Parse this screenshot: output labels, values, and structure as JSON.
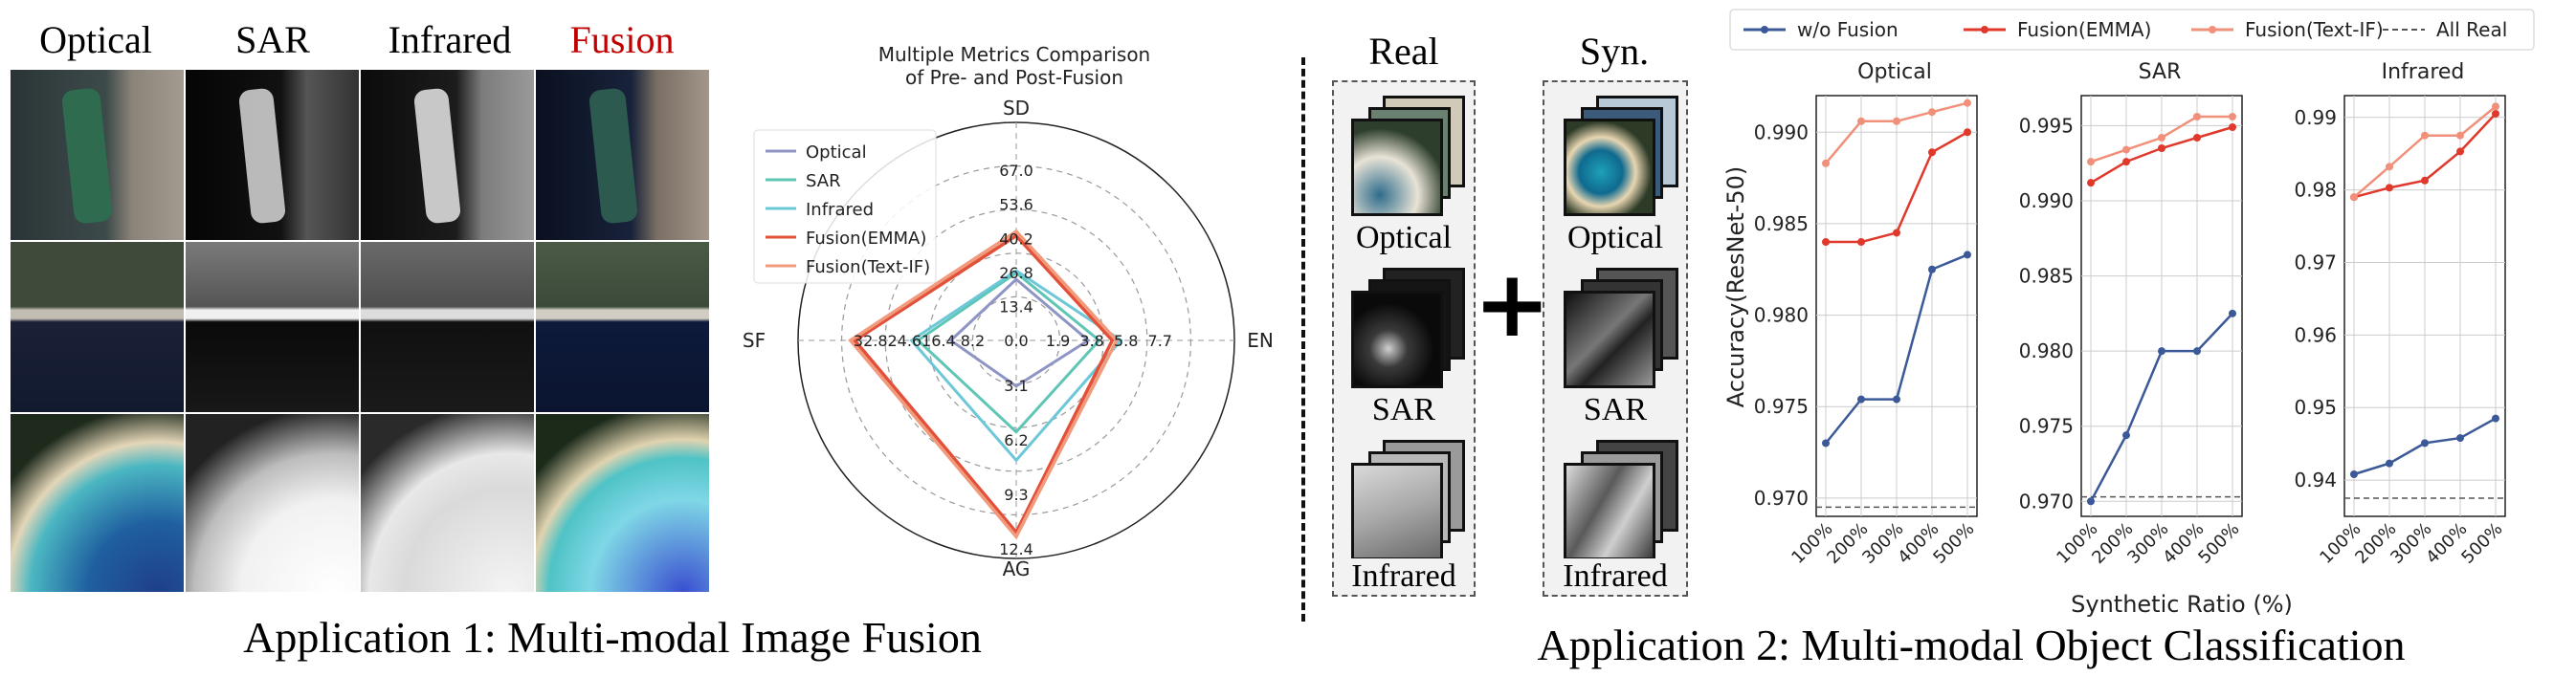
{
  "fusion_section": {
    "column_titles": [
      "Optical",
      "SAR",
      "Infrared",
      "Fusion"
    ],
    "fusion_title_color": "#c00000",
    "caption": "Application 1: Multi-modal Image Fusion"
  },
  "radar": {
    "title_line1": "Multiple Metrics Comparison",
    "title_line2": "of Pre- and Post-Fusion",
    "axes": [
      "SD",
      "EN",
      "AG",
      "SF"
    ],
    "ticks": {
      "SD": [
        "13.4",
        "26.8",
        "40.2",
        "53.6",
        "67.0"
      ],
      "EN": [
        "1.9",
        "3.8",
        "5.8",
        "7.7"
      ],
      "AG": [
        "3.1",
        "6.2",
        "9.3",
        "12.4"
      ],
      "SF": [
        "8.2",
        "16.4",
        "24.6",
        "32.8"
      ],
      "center": "0.0"
    },
    "legend": [
      "Optical",
      "SAR",
      "Infrared",
      "Fusion(EMMA)",
      "Fusion(Text-IF)"
    ],
    "colors": [
      "#8e95c4",
      "#5fc6b6",
      "#6cc8d8",
      "#e2503a",
      "#f19a7c"
    ]
  },
  "classification_section": {
    "real_title": "Real",
    "syn_title": "Syn.",
    "stack_labels": [
      "Optical",
      "SAR",
      "Infrared"
    ],
    "plus": "+",
    "caption": "Application 2: Multi-modal Object Classification"
  },
  "chart_data": {
    "type": "line",
    "ylabel": "Accuracy(ResNet-50)",
    "xlabel": "Synthetic Ratio (%)",
    "legend": [
      "w/o Fusion",
      "Fusion(EMMA)",
      "Fusion(Text-IF)",
      "All Real"
    ],
    "colors": {
      "wo": "#3b5998",
      "emma": "#e0392b",
      "textif": "#f1907a",
      "allreal": "#555555"
    },
    "categories": [
      "100%",
      "200%",
      "300%",
      "400%",
      "500%"
    ],
    "panels": [
      {
        "title": "Optical",
        "ylim": [
          0.969,
          0.992
        ],
        "yticks": [
          "0.970",
          "0.975",
          "0.980",
          "0.985",
          "0.990"
        ],
        "ytick_values": [
          0.97,
          0.975,
          0.98,
          0.985,
          0.99
        ],
        "all_real": 0.9695,
        "series": [
          {
            "name": "w/o Fusion",
            "values": [
              0.973,
              0.9754,
              0.9754,
              0.9825,
              0.9833
            ]
          },
          {
            "name": "Fusion(EMMA)",
            "values": [
              0.984,
              0.984,
              0.9845,
              0.9889,
              0.99
            ]
          },
          {
            "name": "Fusion(Text-IF)",
            "values": [
              0.9883,
              0.9906,
              0.9906,
              0.9911,
              0.9916
            ]
          }
        ]
      },
      {
        "title": "SAR",
        "ylim": [
          0.969,
          0.997
        ],
        "yticks": [
          "0.970",
          "0.975",
          "0.980",
          "0.985",
          "0.990",
          "0.995"
        ],
        "ytick_values": [
          0.97,
          0.975,
          0.98,
          0.985,
          0.99,
          0.995
        ],
        "all_real": 0.9703,
        "series": [
          {
            "name": "w/o Fusion",
            "values": [
              0.97,
              0.9744,
              0.98,
              0.98,
              0.9825
            ]
          },
          {
            "name": "Fusion(EMMA)",
            "values": [
              0.9912,
              0.9926,
              0.9935,
              0.9942,
              0.9949
            ]
          },
          {
            "name": "Fusion(Text-IF)",
            "values": [
              0.9926,
              0.9934,
              0.9942,
              0.9956,
              0.9956
            ]
          }
        ]
      },
      {
        "title": "Infrared",
        "ylim": [
          0.935,
          0.993
        ],
        "yticks": [
          "0.94",
          "0.95",
          "0.96",
          "0.97",
          "0.98",
          "0.99"
        ],
        "ytick_values": [
          0.94,
          0.95,
          0.96,
          0.97,
          0.98,
          0.99
        ],
        "all_real": 0.9375,
        "series": [
          {
            "name": "w/o Fusion",
            "values": [
              0.9408,
              0.9423,
              0.9451,
              0.9458,
              0.9485
            ]
          },
          {
            "name": "Fusion(EMMA)",
            "values": [
              0.979,
              0.9803,
              0.9813,
              0.9853,
              0.9905
            ]
          },
          {
            "name": "Fusion(Text-IF)",
            "values": [
              0.979,
              0.9832,
              0.9875,
              0.9875,
              0.9915
            ]
          }
        ]
      }
    ]
  }
}
